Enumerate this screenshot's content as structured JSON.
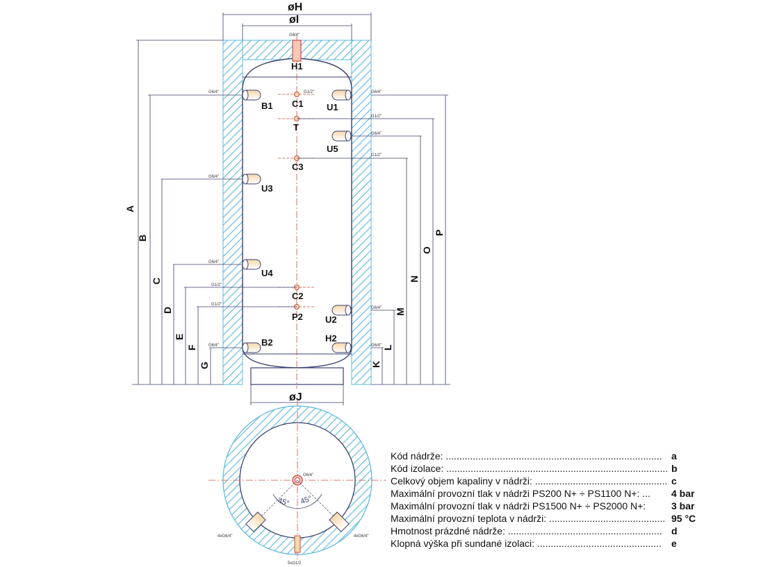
{
  "dimensions": {
    "outer_diameter": "øH",
    "inner_diameter": "øI",
    "foot_diameter": "øJ",
    "heights_left": [
      "A",
      "B",
      "C",
      "D",
      "E",
      "F",
      "G"
    ],
    "heights_right": [
      "P",
      "O",
      "N",
      "M",
      "L",
      "K"
    ]
  },
  "ports": {
    "H1": "H1",
    "B1": "B1",
    "C1": "C1",
    "U1": "U1",
    "T": "T",
    "U5": "U5",
    "C3": "C3",
    "U3": "U3",
    "U4": "U4",
    "C2": "C2",
    "P2": "P2",
    "U2": "U2",
    "B2": "B2",
    "H2": "H2"
  },
  "threads": {
    "g64": "G6/4\"",
    "g12": "G1/2\"",
    "four_g64": "4xG6/4\"",
    "five_g12": "5xG1/2"
  },
  "angles": {
    "left": "45°",
    "right": "45°"
  },
  "specs": [
    {
      "label": "Kód nádrže: ................................................................................",
      "value": "a"
    },
    {
      "label": "Kód izolace: ..................................................................................",
      "value": "b"
    },
    {
      "label": "Celkový objem kapaliny v nádrži: ..................................................",
      "value": "c"
    },
    {
      "label": "Maximální provozní tlak v nádrži PS200 N+ ÷ PS1100 N+: ...",
      "value": "4 bar"
    },
    {
      "label": "Maximální provozní tlak v nádrži PS1500 N+ ÷ PS2000 N+:",
      "value": "3 bar"
    },
    {
      "label": "Maximální provozní teplota v nádrži: ...........................................",
      "value": "95 °C"
    },
    {
      "label": "Hmotnost prázdné nádrže: .........................................................",
      "value": "d"
    },
    {
      "label": "Klopná výška při sundané izolaci: ..............................................",
      "value": "e"
    }
  ],
  "colors": {
    "insulation": "#58b8dc",
    "line": "#3a3f6e",
    "port": "#c84a4a"
  }
}
